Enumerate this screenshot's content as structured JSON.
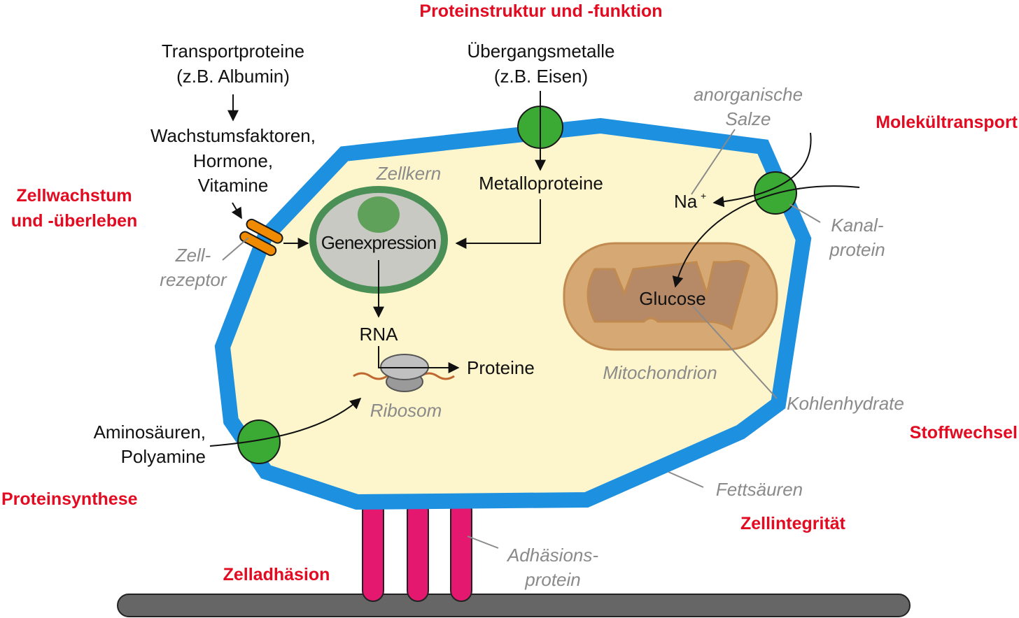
{
  "categories": {
    "protein_structure": "Proteinstruktur und -funktion",
    "molecule_transport": "Molekültransport",
    "cell_growth_1": "Zellwachstum",
    "cell_growth_2": "und -überleben",
    "protein_synthesis": "Proteinsynthese",
    "metabolism": "Stoffwechsel",
    "cell_integrity": "Zellintegrität",
    "cell_adhesion": "Zelladhäsion"
  },
  "labels": {
    "transport_proteins_1": "Transportproteine",
    "transport_proteins_2": "(z.B. Albumin)",
    "growth_factors_1": "Wachstumsfaktoren,",
    "growth_factors_2": "Hormone,",
    "growth_factors_3": "Vitamine",
    "transition_metals_1": "Übergangsmetalle",
    "transition_metals_2": "(z.B. Eisen)",
    "metalloproteins": "Metalloproteine",
    "gene_expression": "Genexpression",
    "rna": "RNA",
    "proteins": "Proteine",
    "amino_acids_1": "Aminosäuren,",
    "amino_acids_2": "Polyamine",
    "sodium": "Na",
    "sodium_charge": "+",
    "glucose": "Glucose"
  },
  "annotations": {
    "nucleus": "Zellkern",
    "receptor_1": "Zell-",
    "receptor_2": "rezeptor",
    "ribosome": "Ribosom",
    "inorganic_salts_1": "anorganische",
    "inorganic_salts_2": "Salze",
    "channel_protein_1": "Kanal-",
    "channel_protein_2": "protein",
    "mitochondrion": "Mitochondrion",
    "carbohydrates": "Kohlenhydrate",
    "fatty_acids": "Fettsäuren",
    "adhesion_protein_1": "Adhäsions-",
    "adhesion_protein_2": "protein"
  },
  "colors": {
    "membrane": "#1e90e0",
    "cytoplasm": "#fdf6cc",
    "channel": "#3aaa35",
    "receptor": "#f08a00",
    "adhesion": "#e5186f",
    "nucleus_ring": "#4a8f55",
    "nucleus_fill": "#c9c9c4",
    "nucleolus": "#5fa05a",
    "mitochondrion_outer": "#d6a874",
    "mitochondrion_inner": "#b68a67",
    "category_text": "#e30b21",
    "substrate": "#666666"
  }
}
